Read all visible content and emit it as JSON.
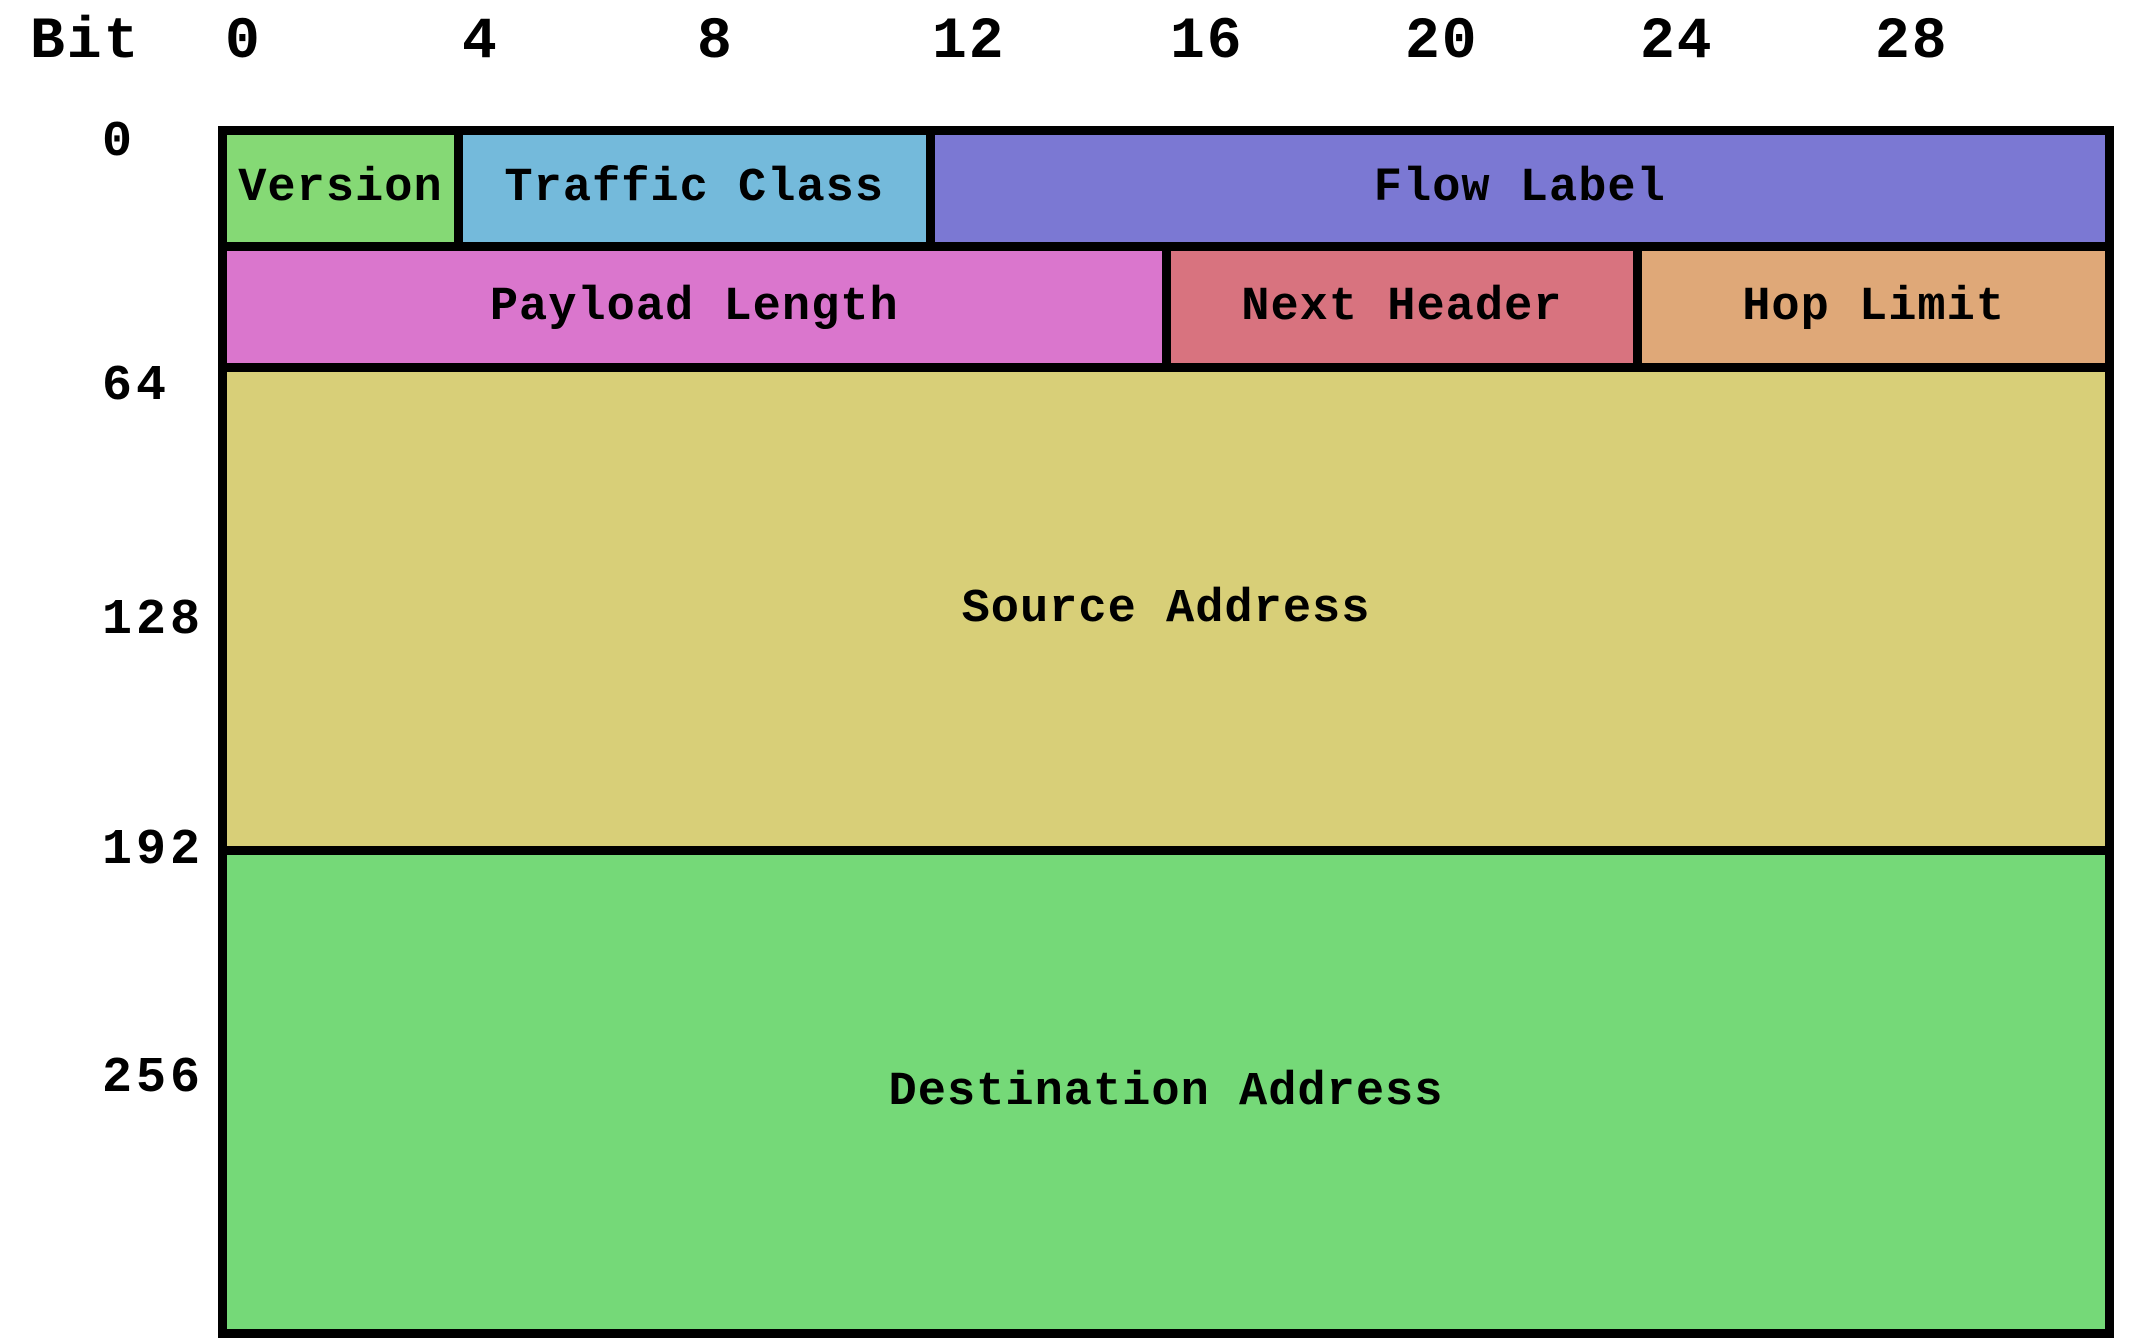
{
  "diagram": {
    "bit_axis": {
      "label": "Bit",
      "ticks": [
        "0",
        "4",
        "8",
        "12",
        "16",
        "20",
        "24",
        "28"
      ]
    },
    "offset_axis": {
      "ticks": [
        "0",
        "64",
        "128",
        "192",
        "256"
      ]
    },
    "fields": [
      {
        "name": "Version",
        "bits": 4,
        "color": "#85d975"
      },
      {
        "name": "Traffic Class",
        "bits": 8,
        "color": "#74badb"
      },
      {
        "name": "Flow Label",
        "bits": 20,
        "color": "#7b78d3"
      },
      {
        "name": "Payload Length",
        "bits": 16,
        "color": "#da76cd"
      },
      {
        "name": "Next Header",
        "bits": 8,
        "color": "#d8737f"
      },
      {
        "name": "Hop Limit",
        "bits": 8,
        "color": "#dfa878"
      },
      {
        "name": "Source Address",
        "bits": 128,
        "color": "#d8cf78"
      },
      {
        "name": "Destination Address",
        "bits": 128,
        "color": "#75d978"
      }
    ],
    "colors": {
      "border": "#000000",
      "background": "#ffffff",
      "text": "#000000"
    }
  }
}
